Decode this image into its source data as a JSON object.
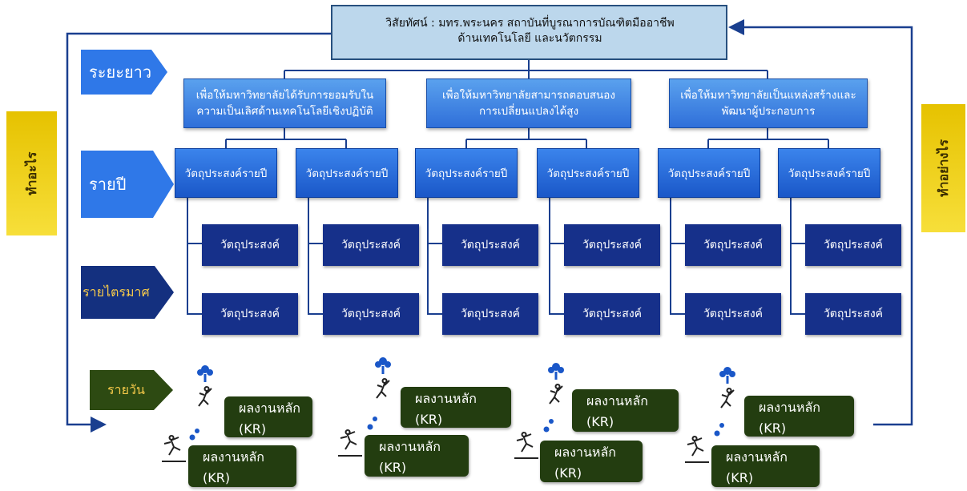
{
  "vision": {
    "line1": "วิสัยทัศน์ : มทร.พระนคร สถาบันที่บูรณาการบัณฑิตมืออาชีพ",
    "line2": "ด้านเทคโนโลยี และนวัตกรรม"
  },
  "levels": {
    "long_term": "ระยะยาว",
    "annual": "รายปี",
    "quarterly": "รายไตรมาศ",
    "daily": "รายวัน"
  },
  "sides": {
    "left": "ทำอะไร",
    "right": "ทำอย่างไร"
  },
  "goals": [
    {
      "line1": "เพื่อให้มหาวิทยาลัยได้รับการยอมรับใน",
      "line2": "ความเป็นเลิศด้านเทคโนโลยีเชิงปฏิบัติ"
    },
    {
      "line1": "เพื่อให้มหาวิทยาลัยสามารถตอบสนอง",
      "line2": "การเปลี่ยนแปลงได้สูง"
    },
    {
      "line1": "เพื่อให้มหาวิทยาลัยเป็นแหล่งสร้างและ",
      "line2": "พัฒนาผู้ประกอบการ"
    }
  ],
  "annual_label": "วัตถุประสงค์รายปี",
  "objective_label": "วัตถุประสงค์",
  "kr": {
    "line1": "ผลงานหลัก",
    "line2": "(KR)"
  },
  "colors": {
    "vision_bg": "#bcd7ec",
    "goal": "#3f86e6",
    "objective": "#16308a",
    "kr": "#233d10",
    "side": "#f2d21a",
    "line": "#1a3f8f"
  }
}
